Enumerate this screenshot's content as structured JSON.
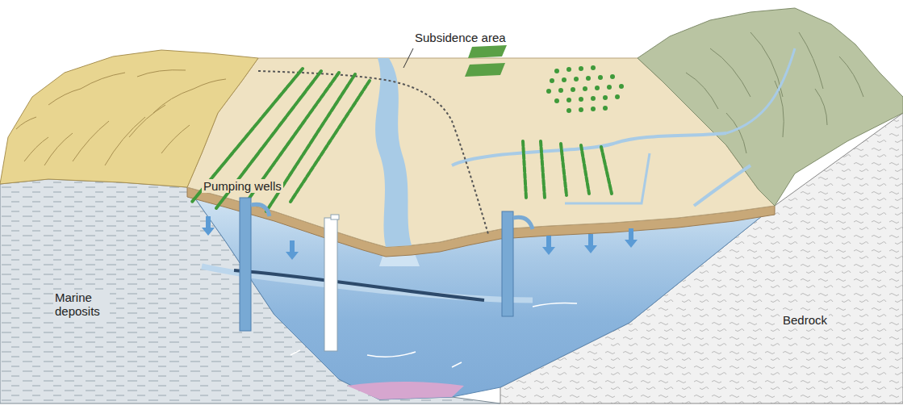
{
  "diagram": {
    "labels": [
      "Subsidence area",
      "Pumping wells",
      "Marine deposits",
      "Bedrock"
    ]
  }
}
